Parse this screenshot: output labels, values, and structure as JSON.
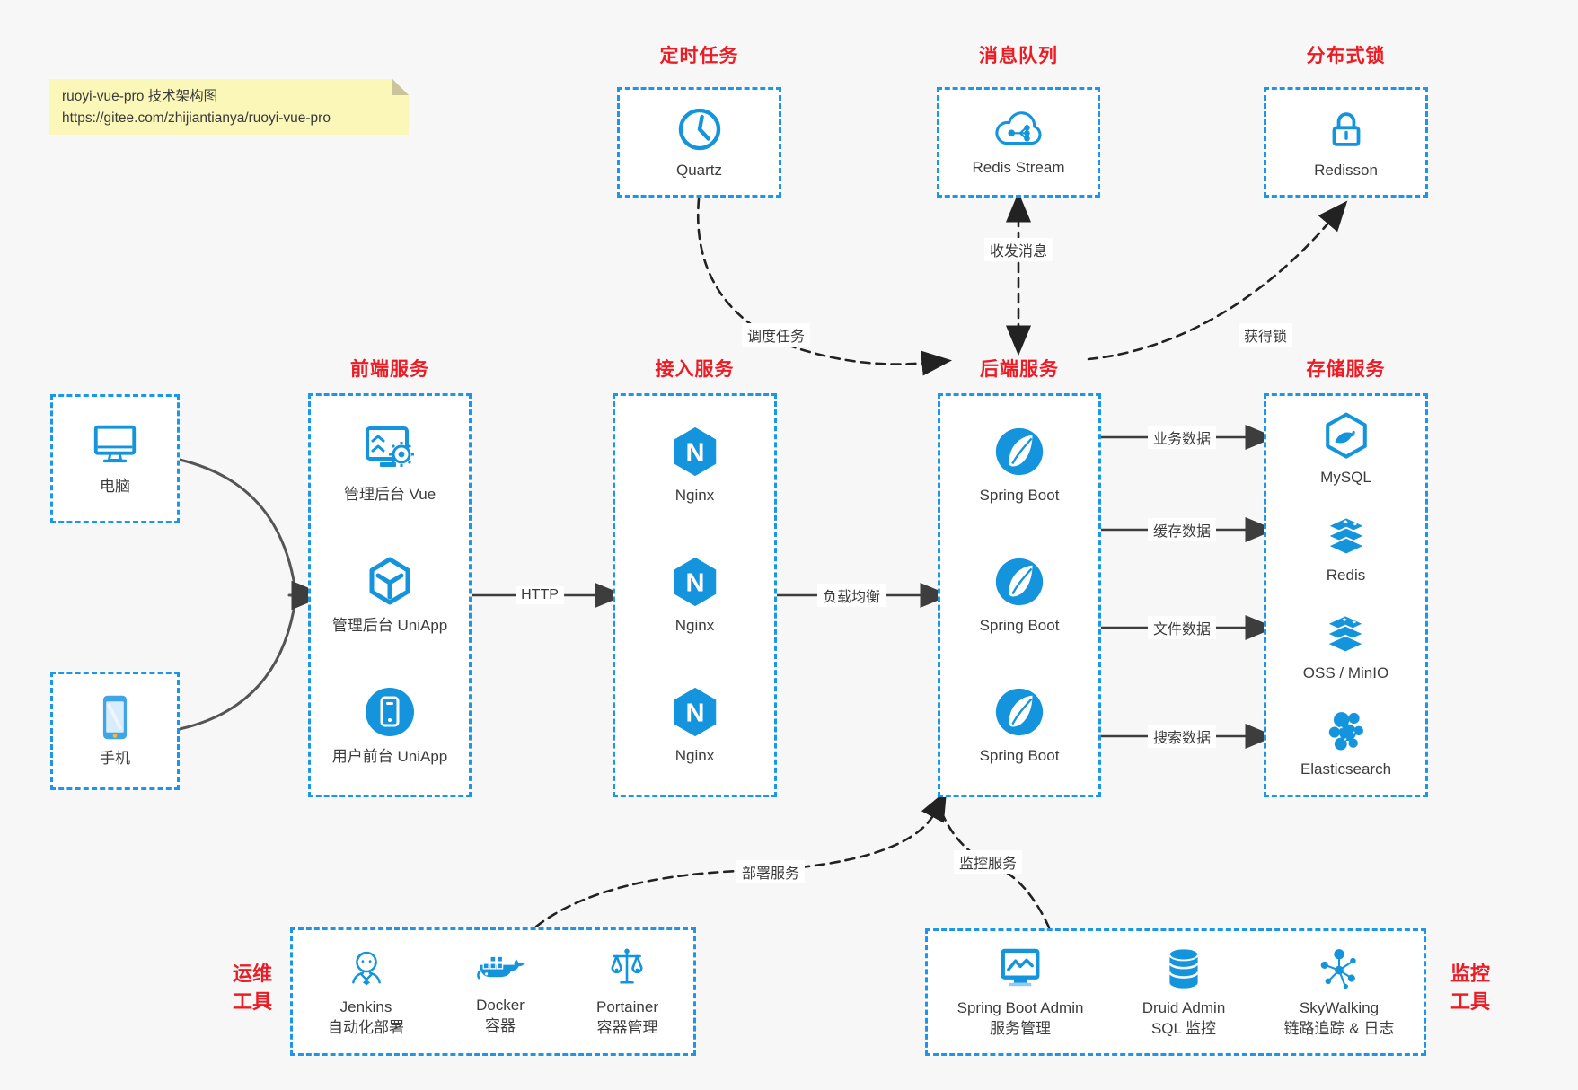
{
  "note": {
    "line1": "ruoyi-vue-pro 技术架构图",
    "line2": "https://gitee.com/zhijiantianya/ruoyi-vue-pro"
  },
  "colors": {
    "accent_blue": "#1a97e6",
    "icon_blue": "#1494dc",
    "title_red": "#ed1c24",
    "arrow_dark": "#3d3d3d",
    "canvas_bg": "#f7f7f8"
  },
  "top_groups": {
    "timer": {
      "title": "定时任务",
      "item": {
        "label": "Quartz",
        "icon": "clock-icon"
      }
    },
    "queue": {
      "title": "消息队列",
      "item": {
        "label": "Redis Stream",
        "icon": "cloud-stream-icon"
      }
    },
    "lock": {
      "title": "分布式锁",
      "item": {
        "label": "Redisson",
        "icon": "lock-icon"
      }
    }
  },
  "clients": {
    "pc": {
      "label": "电脑",
      "icon": "desktop-icon"
    },
    "phone": {
      "label": "手机",
      "icon": "smartphone-icon"
    }
  },
  "columns": {
    "frontend": {
      "title": "前端服务",
      "items": [
        "管理后台 Vue",
        "管理后台 UniApp",
        "用户前台 UniApp"
      ]
    },
    "access": {
      "title": "接入服务",
      "items": [
        "Nginx",
        "Nginx",
        "Nginx"
      ]
    },
    "backend": {
      "title": "后端服务",
      "items": [
        "Spring Boot",
        "Spring Boot",
        "Spring Boot"
      ]
    },
    "storage": {
      "title": "存储服务",
      "items": [
        "MySQL",
        "Redis",
        "OSS / MinIO",
        "Elasticsearch"
      ]
    }
  },
  "bottom_groups": {
    "ops": {
      "side_line1": "运维",
      "side_line2": "工具",
      "items": [
        {
          "name": "Jenkins",
          "sub": "自动化部署"
        },
        {
          "name": "Docker",
          "sub": "容器"
        },
        {
          "name": "Portainer",
          "sub": "容器管理"
        }
      ]
    },
    "monitor": {
      "side_line1": "监控",
      "side_line2": "工具",
      "items": [
        {
          "name": "Spring Boot Admin",
          "sub": "服务管理"
        },
        {
          "name": "Druid Admin",
          "sub": "SQL 监控"
        },
        {
          "name": "SkyWalking",
          "sub": "链路追踪 & 日志"
        }
      ]
    }
  },
  "edges": {
    "http": "HTTP",
    "load_balance": "负载均衡",
    "business": "业务数据",
    "cache": "缓存数据",
    "file": "文件数据",
    "search": "搜索数据",
    "schedule": "调度任务",
    "message": "收发消息",
    "lock": "获得锁",
    "deploy": "部署服务",
    "monitor": "监控服务"
  }
}
